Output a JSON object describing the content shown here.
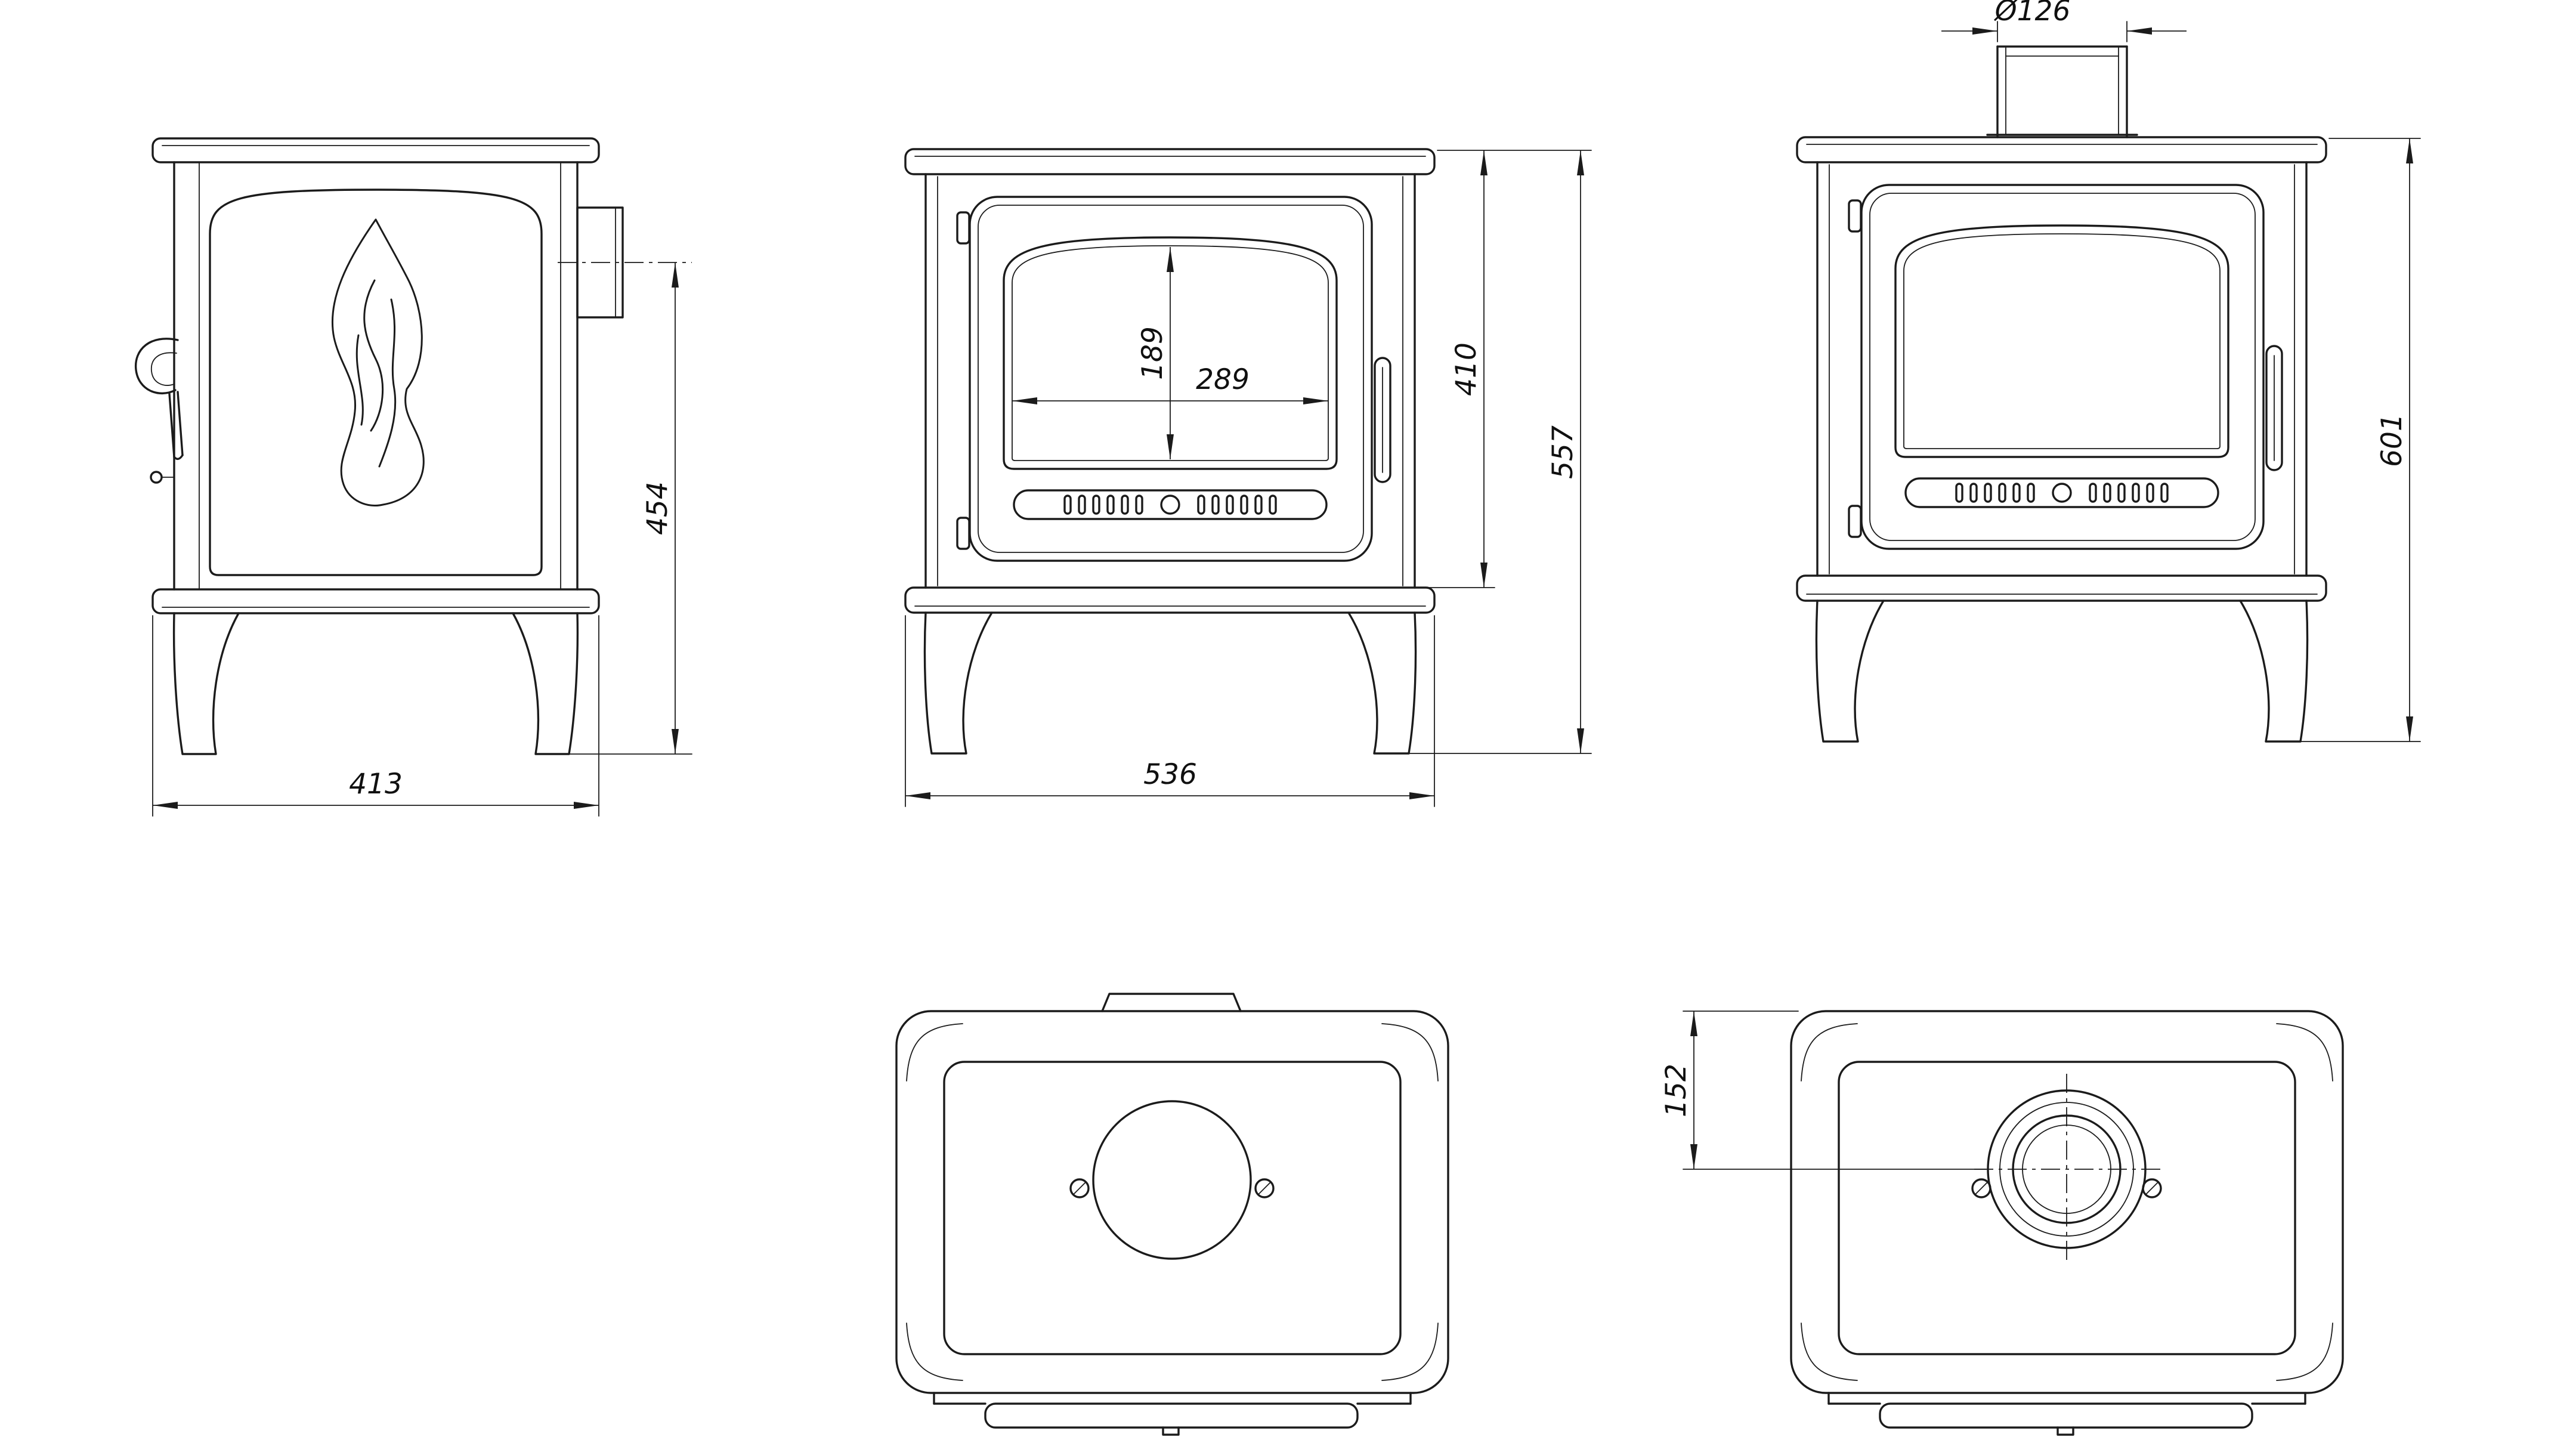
{
  "views": {
    "side": {
      "depth": "413",
      "flue_center_height": "454"
    },
    "front": {
      "glass_height": "189",
      "glass_width": "289",
      "body_height": "410",
      "overall_height": "557",
      "width": "536"
    },
    "front_flue": {
      "flue_diameter": "Ø126",
      "overall_height": "601"
    },
    "top": {
      "flue_center_offset": "152"
    }
  }
}
